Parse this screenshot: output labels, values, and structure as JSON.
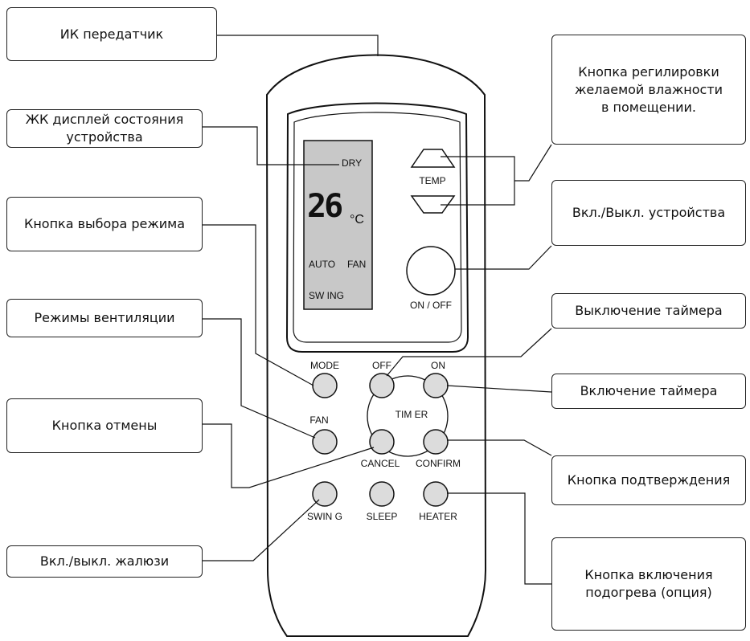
{
  "remote": {
    "lcd": {
      "mode_text": "DRY",
      "temperature": "26",
      "unit": "°C",
      "auto_text": "AUTO",
      "fan_text": "FAN",
      "swing_text": "SW ING"
    },
    "buttons": {
      "temp": "TEMP",
      "on_off": "ON / OFF",
      "mode": "MODE",
      "fan": "FAN",
      "timer_off": "OFF",
      "timer_on": "ON",
      "timer": "TIM ER",
      "cancel": "CANCEL",
      "confirm": "CONFIRM",
      "swing": "SWIN G",
      "sleep": "SLEEP",
      "heater": "HEATER"
    }
  },
  "callouts": {
    "ir_transmitter": "ИК передатчик",
    "lcd_display": "ЖК дисплей состояния\nустройства",
    "mode_select": "Кнопка выбора режима",
    "fan_modes": "Режимы вентиляции",
    "cancel_button": "Кнопка отмены",
    "swing_toggle": "Вкл./выкл. жалюзи",
    "humidity_adjust": "Кнопка регилировки\nжелаемой влажности\nв помещении.",
    "power_toggle": "Вкл./Выкл. устройства",
    "timer_off": "Выключение таймера",
    "timer_on": "Включение таймера",
    "confirm_button": "Кнопка подтверждения",
    "heater_button": "Кнопка включения\nподогрева (опция)"
  }
}
